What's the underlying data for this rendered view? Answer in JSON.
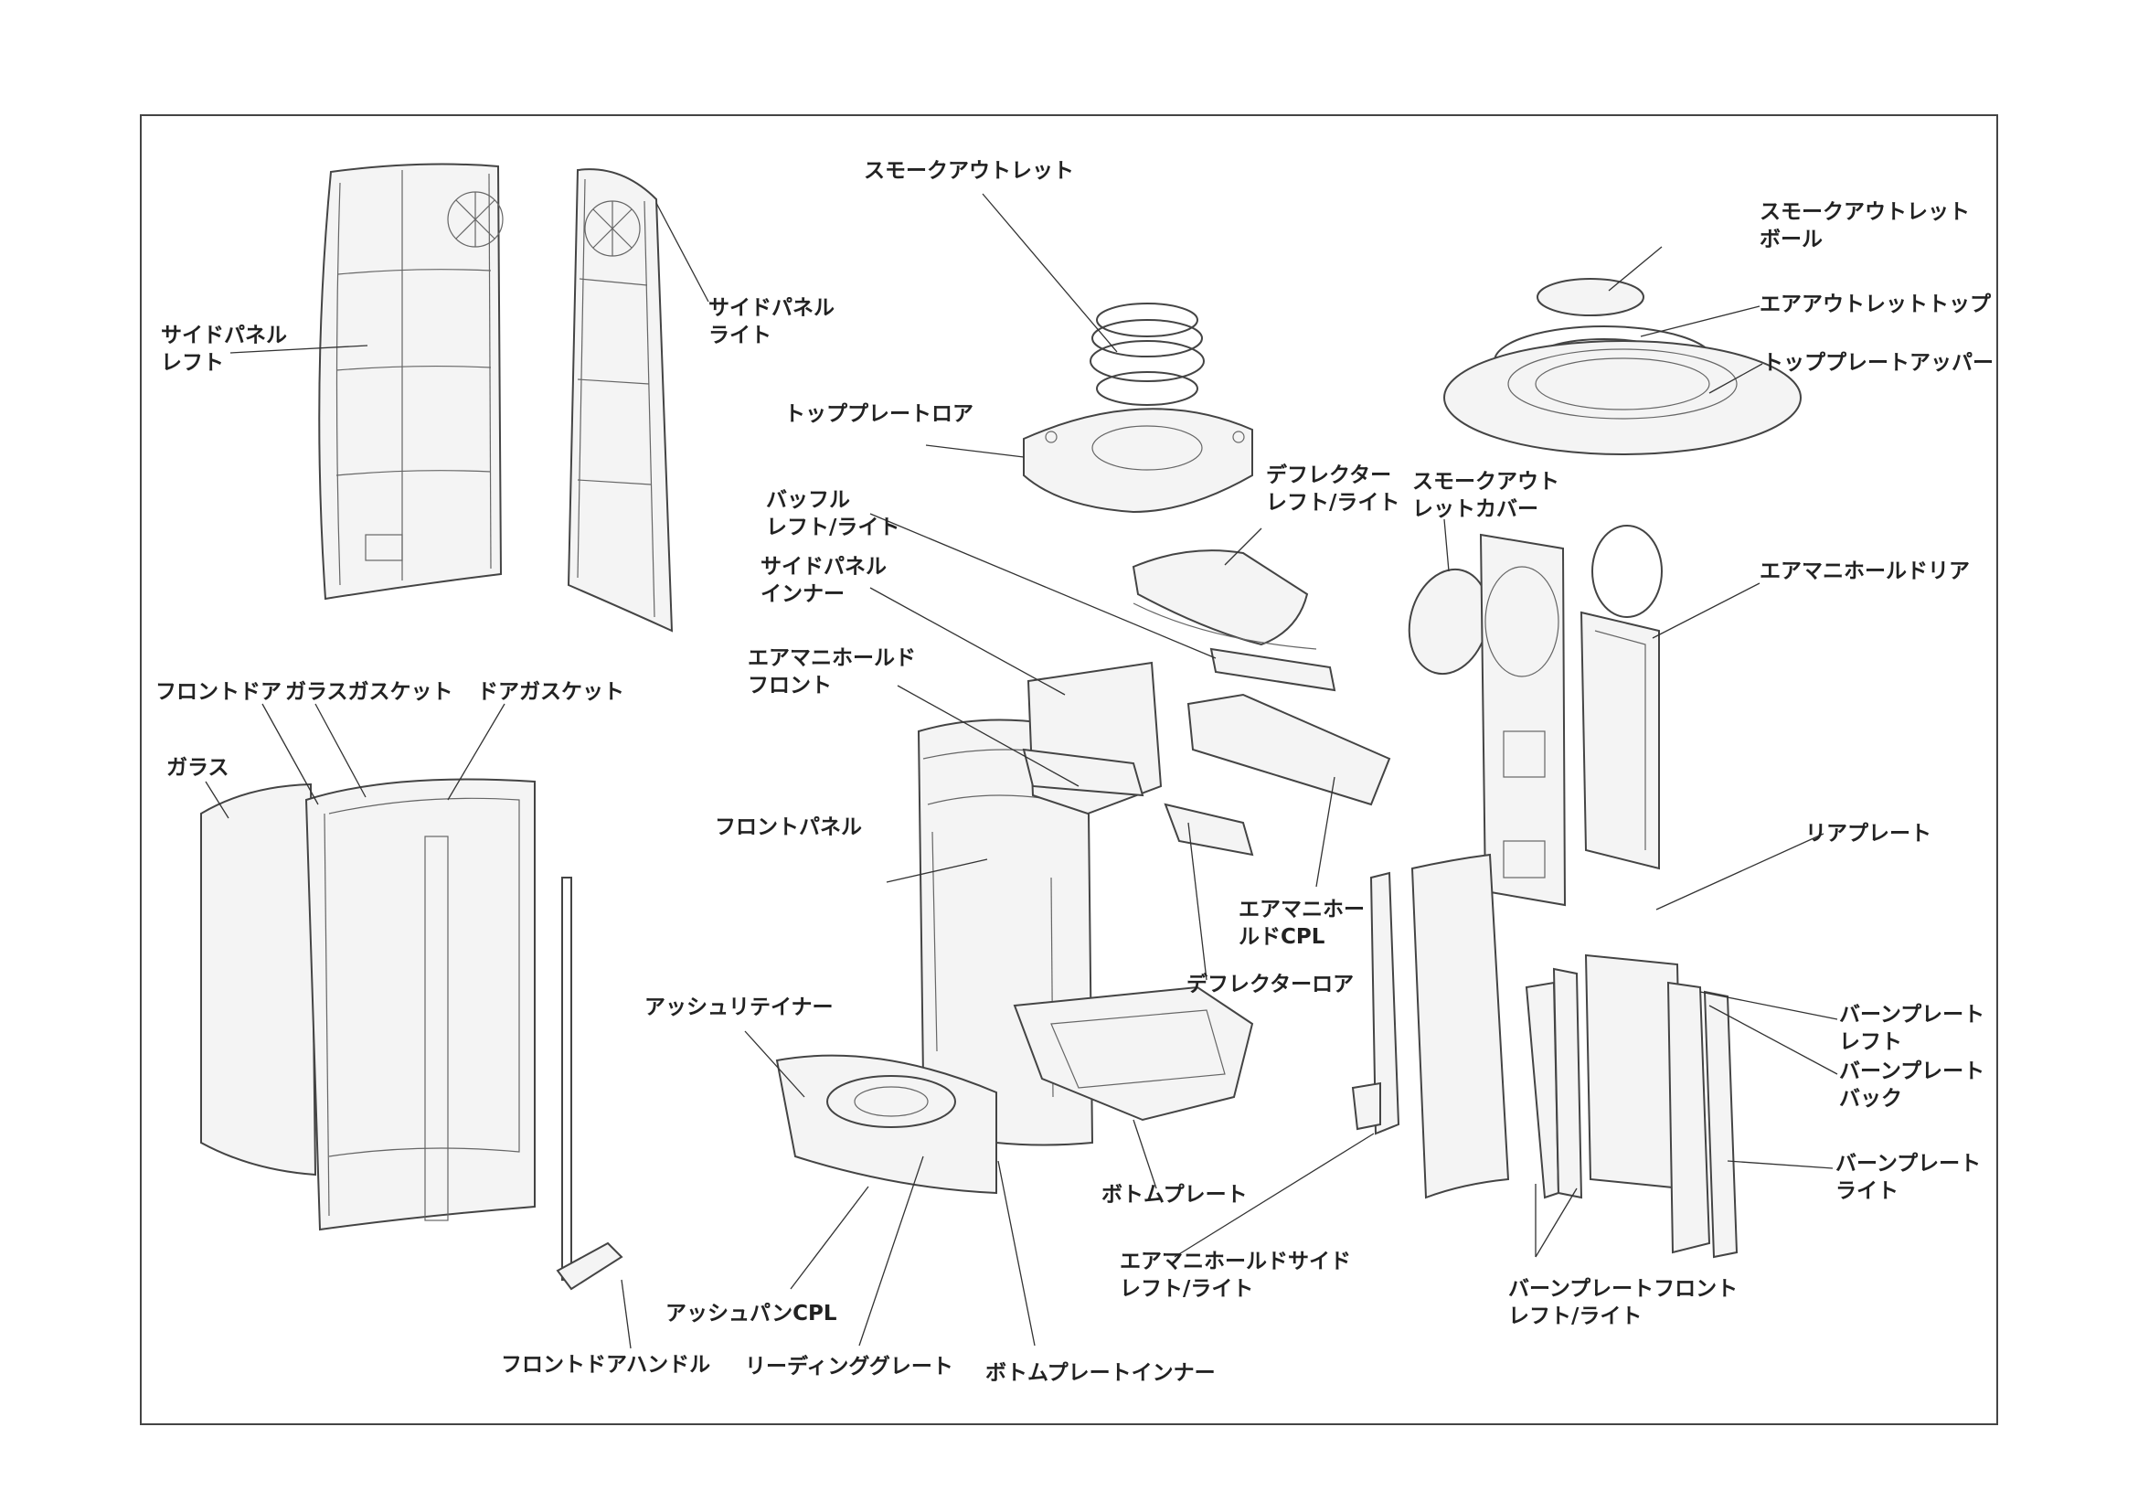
{
  "diagram": {
    "labels": {
      "side_panel_left": [
        "サイドパネル",
        "レフト"
      ],
      "side_panel_right": [
        "サイドパネル",
        "ライト"
      ],
      "smoke_outlet": [
        "スモークアウトレット"
      ],
      "smoke_outlet_ball": [
        "スモークアウトレット",
        "ボール"
      ],
      "air_outlet_top": [
        "エアアウトレットトップ"
      ],
      "top_plate_upper": [
        "トッププレートアッパー"
      ],
      "top_plate_lower": [
        "トッププレートロア"
      ],
      "baffle": [
        "バッフル",
        "レフト/ライト"
      ],
      "deflector": [
        "デフレクター",
        "レフト/ライト"
      ],
      "smoke_outlet_cover": [
        "スモークアウト",
        "レットカバー"
      ],
      "side_panel_inner": [
        "サイドパネル",
        "インナー"
      ],
      "air_manifold_rear": [
        "エアマニホールドリア"
      ],
      "air_manifold_front": [
        "エアマニホールド",
        "フロント"
      ],
      "front_door": [
        "フロントドア"
      ],
      "glass_gasket": [
        "ガラスガスケット"
      ],
      "door_gasket": [
        "ドアガスケット"
      ],
      "glass": [
        "ガラス"
      ],
      "front_panel": [
        "フロントパネル"
      ],
      "rear_plate": [
        "リアプレート"
      ],
      "air_manifold_cpl": [
        "エアマニホー",
        "ルドCPL"
      ],
      "deflector_lower": [
        "デフレクターロア"
      ],
      "ash_retainer": [
        "アッシュリテイナー"
      ],
      "burn_plate_left": [
        "バーンプレート",
        "レフト"
      ],
      "burn_plate_back": [
        "バーンプレート",
        "バック"
      ],
      "burn_plate_right": [
        "バーンプレート",
        "ライト"
      ],
      "bottom_plate": [
        "ボトムプレート"
      ],
      "air_manifold_side": [
        "エアマニホールドサイド",
        "レフト/ライト"
      ],
      "burn_plate_front": [
        "バーンプレートフロント",
        "レフト/ライト"
      ],
      "ash_pan_cpl": [
        "アッシュパンCPL"
      ],
      "front_door_handle": [
        "フロントドアハンドル"
      ],
      "leading_grate": [
        "リーディンググレート"
      ],
      "bottom_plate_inner": [
        "ボトムプレートインナー"
      ]
    }
  }
}
